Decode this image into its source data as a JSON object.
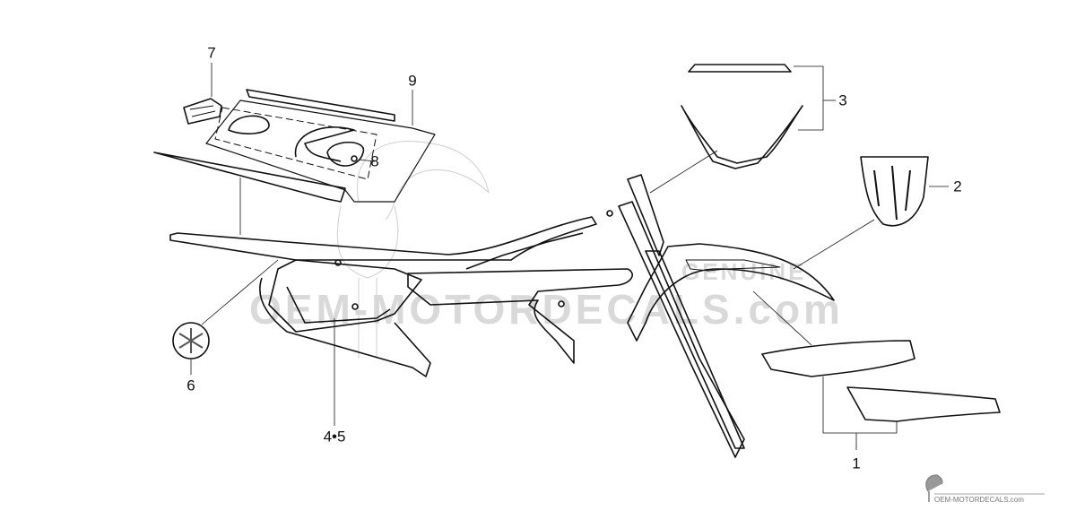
{
  "watermark": {
    "main": "OEM-MOTORDECALS.com",
    "secondary": "GENUINE"
  },
  "corner_logo": {
    "text": "OEM-MOTORDECALS.com"
  },
  "callouts": [
    {
      "id": "7",
      "label": "7"
    },
    {
      "id": "9",
      "label": "9"
    },
    {
      "id": "8",
      "label": "8"
    },
    {
      "id": "3",
      "label": "3"
    },
    {
      "id": "2",
      "label": "2"
    },
    {
      "id": "6",
      "label": "6"
    },
    {
      "id": "4-5",
      "label": "4•5"
    },
    {
      "id": "1",
      "label": "1"
    }
  ]
}
